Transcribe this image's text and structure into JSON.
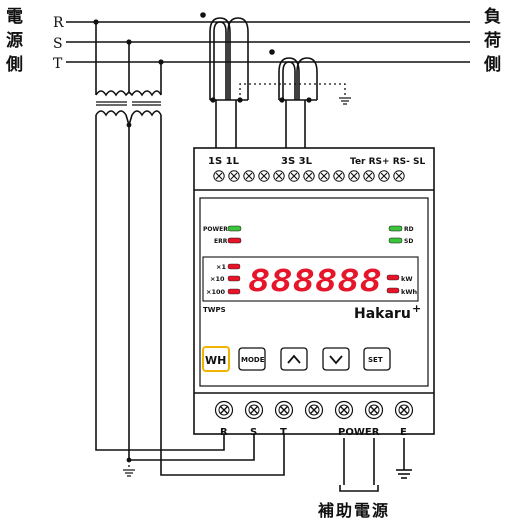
{
  "labels": {
    "source_side": [
      "電",
      "源",
      "側"
    ],
    "load_side": [
      "負",
      "荷",
      "側"
    ],
    "phases": [
      "R",
      "S",
      "T"
    ],
    "aux_power": "補助電源"
  },
  "top_terminals": {
    "ct1": "1S 1L",
    "ct3": "3S 3L",
    "comm": "Ter RS+ RS- SL"
  },
  "panel": {
    "led_power": "POWER",
    "led_err": "ERR",
    "led_rd": "RD",
    "led_sd": "SD",
    "mult_x1": "×1",
    "mult_x10": "×10",
    "mult_x100": "×100",
    "display": "888888",
    "unit_kw": "kW",
    "unit_kwh": "kWh",
    "model": "TWPS",
    "brand": "Hakaru",
    "brand_mark": "+"
  },
  "buttons": {
    "wh": "WH",
    "mode": "MODE",
    "up_icon": "chevron-up-icon",
    "down_icon": "chevron-down-icon",
    "set": "SET"
  },
  "bottom_terminals": {
    "r": "R",
    "s": "S",
    "t": "T",
    "power": "POWER",
    "e": "E"
  },
  "colors": {
    "led_green": "#3cc43c",
    "led_red": "#e6162a",
    "wh_border": "#f0b400"
  }
}
